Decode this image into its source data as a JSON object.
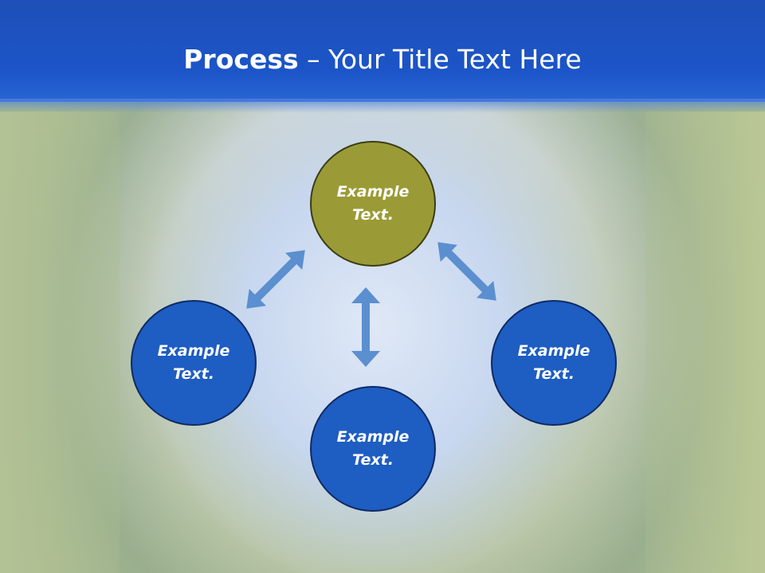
{
  "slide": {
    "title_bold": "Process",
    "title_rest": " – Your Title Text Here"
  },
  "nodes": {
    "top": {
      "line1": "Example",
      "line2": "Text."
    },
    "left": {
      "line1": "Example",
      "line2": "Text."
    },
    "right": {
      "line1": "Example",
      "line2": "Text."
    },
    "bottom": {
      "line1": "Example",
      "line2": "Text."
    }
  },
  "colors": {
    "header": "#1c55c8",
    "node_blue": "#1e5dc2",
    "node_olive": "#9a9b36",
    "arrow": "#5b8fcf"
  }
}
